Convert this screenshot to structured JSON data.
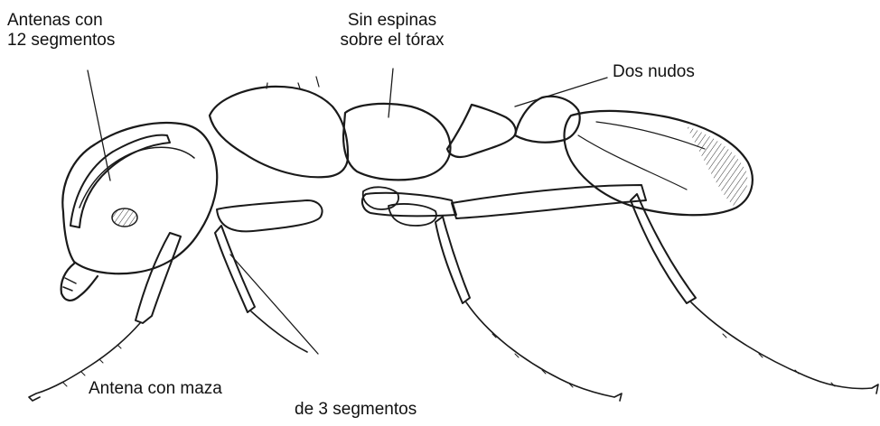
{
  "labels": {
    "antennae_segments": [
      "Antenas con",
      "12 segmentos"
    ],
    "no_spines": [
      "Sin espinas",
      "sobre el tórax"
    ],
    "two_nodes": "Dos nudos",
    "club_antenna": "Antena con maza",
    "three_segments": "de 3 segmentos"
  },
  "colors": {
    "ink": "#1a1a1a",
    "background": "#ffffff"
  }
}
